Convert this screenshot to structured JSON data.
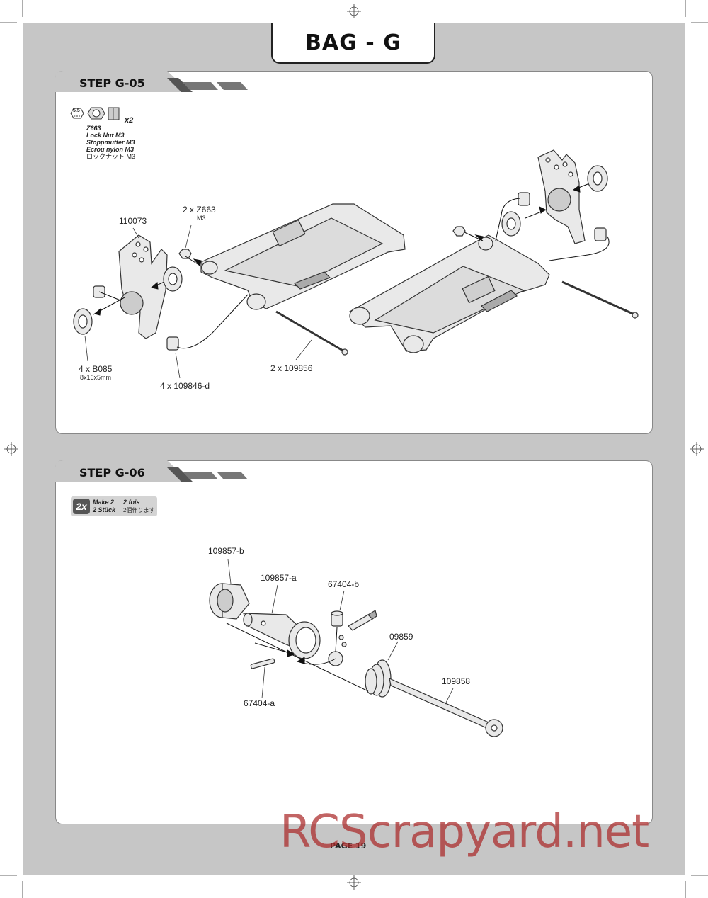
{
  "header": {
    "bag_title": "BAG - G"
  },
  "step_g05": {
    "title": "STEP G-05",
    "hardware": {
      "wrench_size": "5.5",
      "wrench_unit": "mm",
      "quantity": "x2",
      "code": "Z663",
      "name_en": "Lock Nut M3",
      "name_de": "Stoppmutter M3",
      "name_fr": "Ecrou nylon M3",
      "name_jp": "ロックナット M3"
    },
    "labels": {
      "hub": "110073",
      "locknut": "2 x Z663",
      "locknut_sub": "M3",
      "bearing": "4 x B085",
      "bearing_sub": "8x16x5mm",
      "insert": "4 x 109846-d",
      "pin": "2 x 109856"
    }
  },
  "step_g06": {
    "title": "STEP G-06",
    "make": {
      "badge": "2x",
      "l1": "Make 2",
      "l2": "2 fois",
      "l3": "2 Stück",
      "l4": "2個作ります"
    },
    "labels": {
      "cup": "109857-b",
      "axle": "109857-a",
      "setscrew": "67404-b",
      "dust_boot": "09859",
      "driveshaft": "109858",
      "pin": "67404-a"
    }
  },
  "footer": {
    "page": "PAGE 19",
    "watermark": "RCScrapyard.net"
  }
}
